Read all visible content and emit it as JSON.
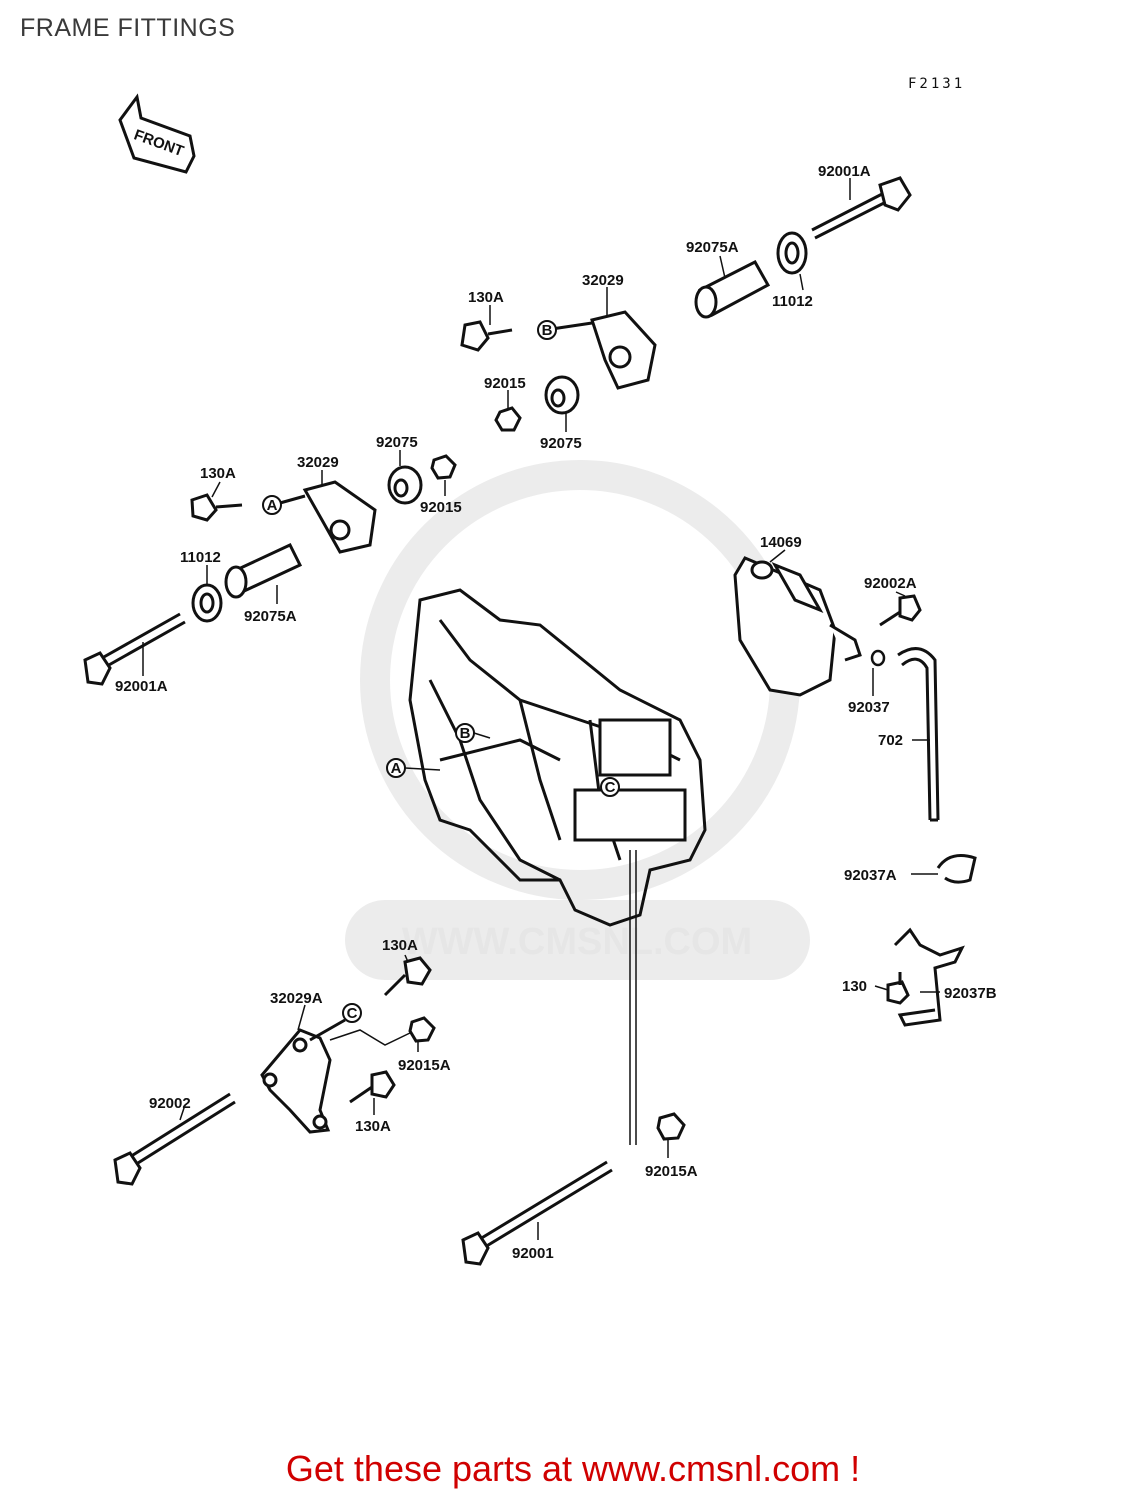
{
  "title": "FRAME FITTINGS",
  "diagram_code": "F2131",
  "front_label": "FRONT",
  "watermark_text": "WWW.CMSNL.COM",
  "footer_text": "Get these parts at www.cmsnl.com !",
  "colors": {
    "footer": "#d00000",
    "ink": "#111111",
    "watermark": "#e6e6e6"
  },
  "callouts": {
    "a": "A",
    "b": "B",
    "c": "C"
  },
  "parts": {
    "p92001A_top": "92001A",
    "p92075A_top": "92075A",
    "p11012_top": "11012",
    "p32029_top": "32029",
    "p130A_top": "130A",
    "p92015_top": "92015",
    "p92075_top": "92075",
    "p130A_mid": "130A",
    "p32029_mid": "32029",
    "p92075_mid": "92075",
    "p92015_mid": "92015",
    "p11012_mid": "11012",
    "p92075A_mid": "92075A",
    "p92001A_mid": "92001A",
    "p14069": "14069",
    "p92002A": "92002A",
    "p92037": "92037",
    "p702": "702",
    "p92037A": "92037A",
    "p130": "130",
    "p92037B": "92037B",
    "p130A_low": "130A",
    "p32029A": "32029A",
    "p92015A_low": "92015A",
    "p92002": "92002",
    "p130A_bot": "130A",
    "p92015A_bot": "92015A",
    "p92001": "92001"
  }
}
